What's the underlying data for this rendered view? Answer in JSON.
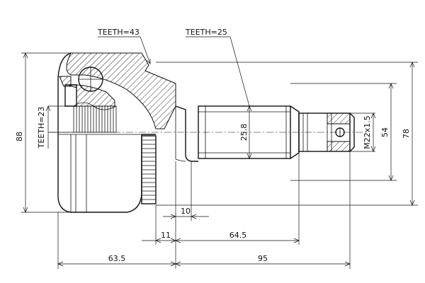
{
  "labels": {
    "teeth_housing": "TEETH=43",
    "teeth_shaft": "TEETH=25",
    "teeth_inner": "TEETH=23",
    "dim_88": "88",
    "dim_78": "78",
    "dim_54": "54",
    "dim_thread": "M22x1.5",
    "dim_spline": "25.8",
    "dim_10": "10",
    "dim_11": "11",
    "dim_64_5": "64.5",
    "dim_63_5": "63.5",
    "dim_95": "95"
  }
}
